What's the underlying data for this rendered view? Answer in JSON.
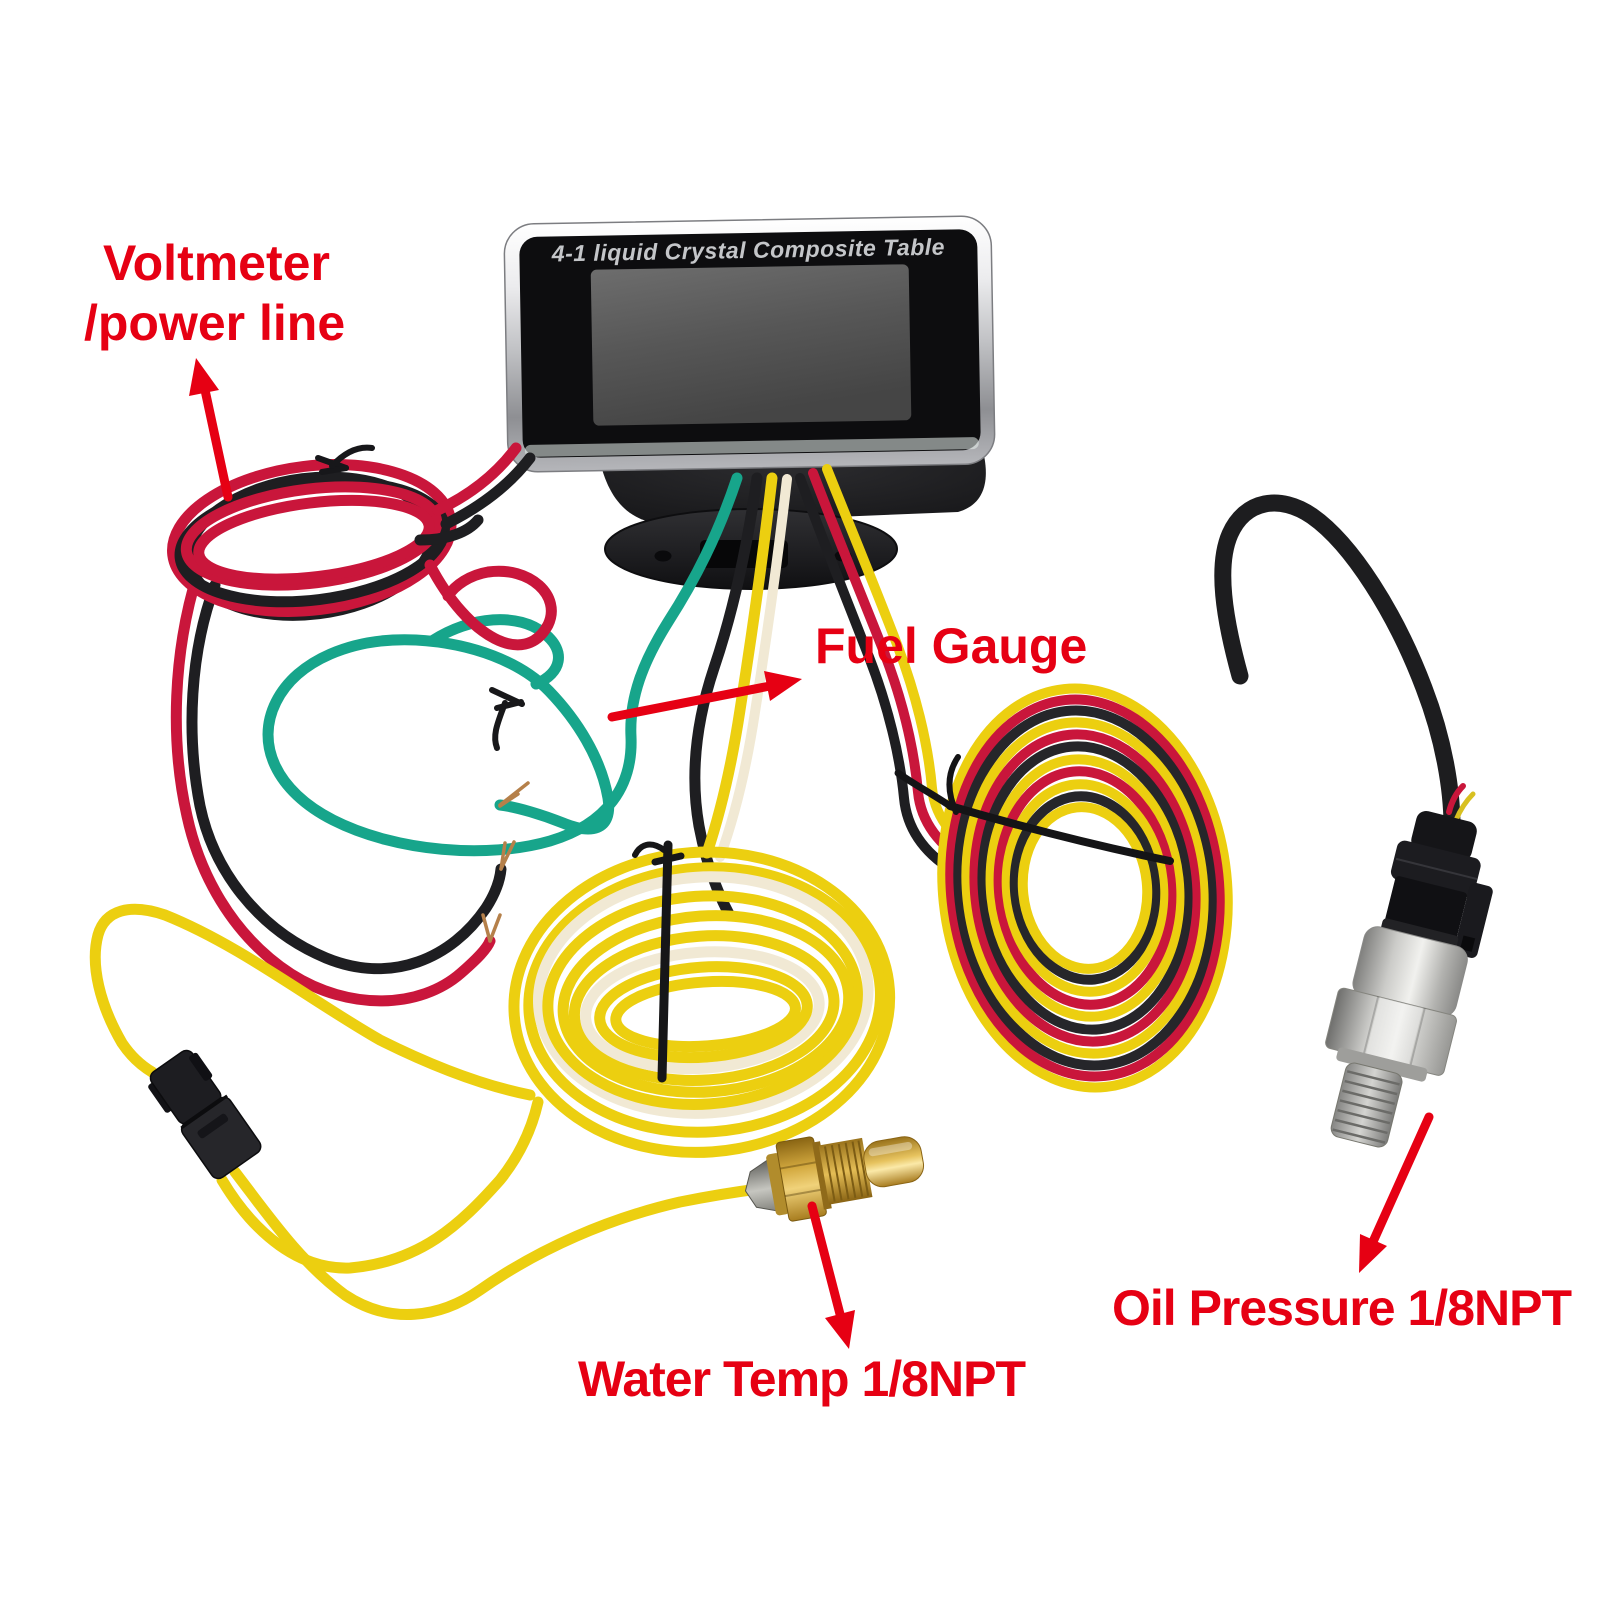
{
  "annotations": {
    "voltmeter": {
      "line1": "Voltmeter",
      "line2": "/power line"
    },
    "fuel": {
      "text": "Fuel Gauge"
    },
    "water_temp": {
      "text": "Water Temp 1/8NPT"
    },
    "oil_pressure": {
      "text": "Oil Pressure 1/8NPT"
    }
  },
  "gauge": {
    "title": "4-1 liquid Crystal Composite Table"
  },
  "colors": {
    "annotation_red": "#e60013",
    "wire_red": "#c9163b",
    "wire_black": "#1e1e21",
    "wire_green": "#17a58b",
    "wire_yellow": "#eccf10",
    "wire_white": "#f1e9d4",
    "copper": "#b5804a",
    "brass": "#c49a36",
    "steel": "#c9c9c6",
    "chrome_bezel": "#d9dadc",
    "lcd_screen": "#565656"
  }
}
